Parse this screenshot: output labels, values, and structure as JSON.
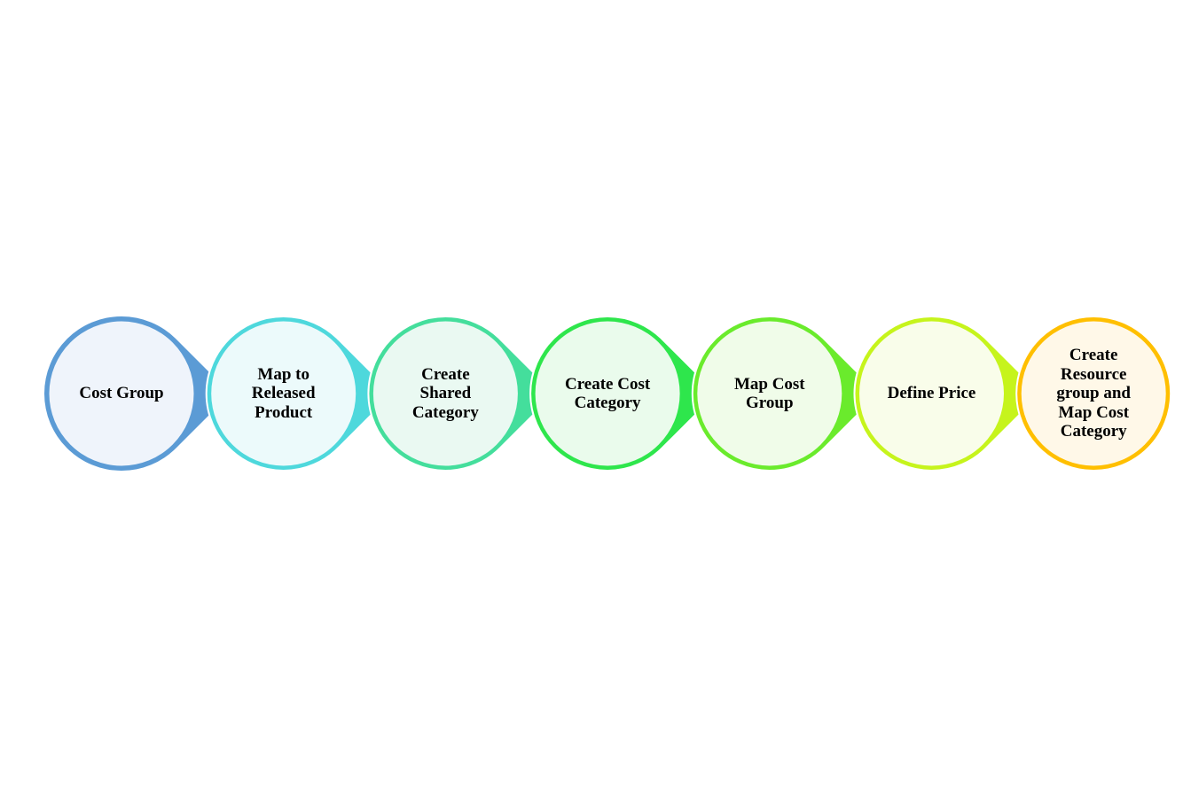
{
  "diagram": {
    "type": "process-flow",
    "direction": "left-to-right",
    "steps": [
      {
        "label": "Cost Group",
        "color": "#5B9BD5",
        "fill": "#EFF4FB"
      },
      {
        "label": "Map to\nReleased\nProduct",
        "color": "#4ED8DC",
        "fill": "#ECFAFB"
      },
      {
        "label": "Create\nShared\nCategory",
        "color": "#44DE9C",
        "fill": "#EAF9F2"
      },
      {
        "label": "Create Cost\nCategory",
        "color": "#2EE64C",
        "fill": "#EAFBEC"
      },
      {
        "label": "Map Cost\nGroup",
        "color": "#6AEB2C",
        "fill": "#F0FCE9"
      },
      {
        "label": "Define Price",
        "color": "#C6F41C",
        "fill": "#F9FDEA"
      },
      {
        "label": "Create\nResource\ngroup and\nMap Cost\nCategory",
        "color": "#FFBF00",
        "fill": "#FFF8E8"
      }
    ]
  }
}
